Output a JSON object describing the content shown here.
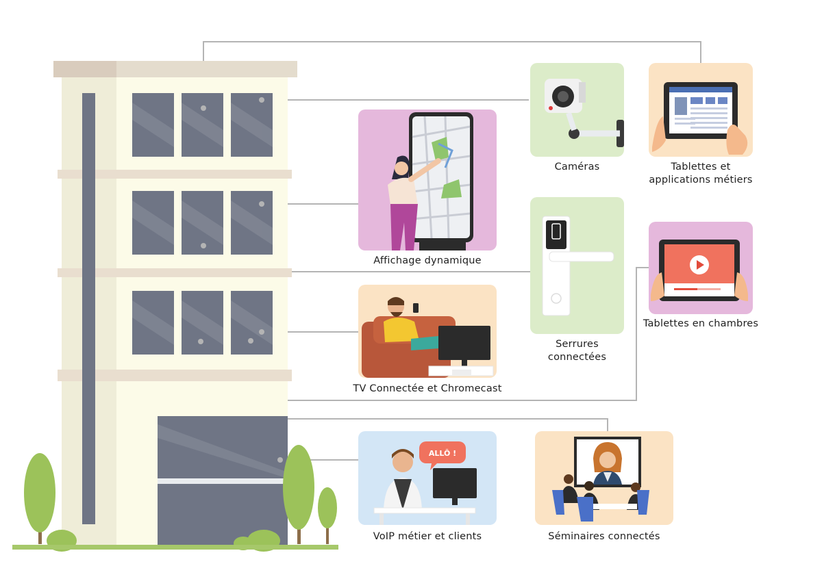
{
  "colors": {
    "building": "#fcfbe8",
    "building_shadow": "#efedd8",
    "cornice": "#e4dccd",
    "ledge": "#e9decf",
    "window": "#6f7585",
    "pipe": "#6f7585",
    "connector": "#b4b4b4",
    "tree": "#9cc25a",
    "ground": "#a6c86a",
    "card_green": "#dcecc9",
    "card_peach": "#fbe3c4",
    "card_pink": "#e5b8dc",
    "card_blue": "#d3e6f6"
  },
  "devices": {
    "cameras": {
      "label": "Caméras",
      "icon": "security-camera"
    },
    "tablets_apps": {
      "label_line1": "Tablettes et",
      "label_line2": "applications métiers",
      "icon": "tablet-app"
    },
    "signage": {
      "label": "Affichage dynamique",
      "icon": "map-kiosk"
    },
    "locks": {
      "label_line1": "Serrures",
      "label_line2": "connectées",
      "icon": "smart-lock"
    },
    "room_tablets": {
      "label": "Tablettes en chambres",
      "icon": "video-tablet"
    },
    "tv": {
      "label": "TV Connectée et Chromecast",
      "icon": "smart-tv"
    },
    "voip": {
      "label": "VoIP métier et clients",
      "icon": "voip-operator",
      "bubble": "ALLÔ !"
    },
    "seminars": {
      "label": "Séminaires connectés",
      "icon": "video-conference"
    }
  }
}
